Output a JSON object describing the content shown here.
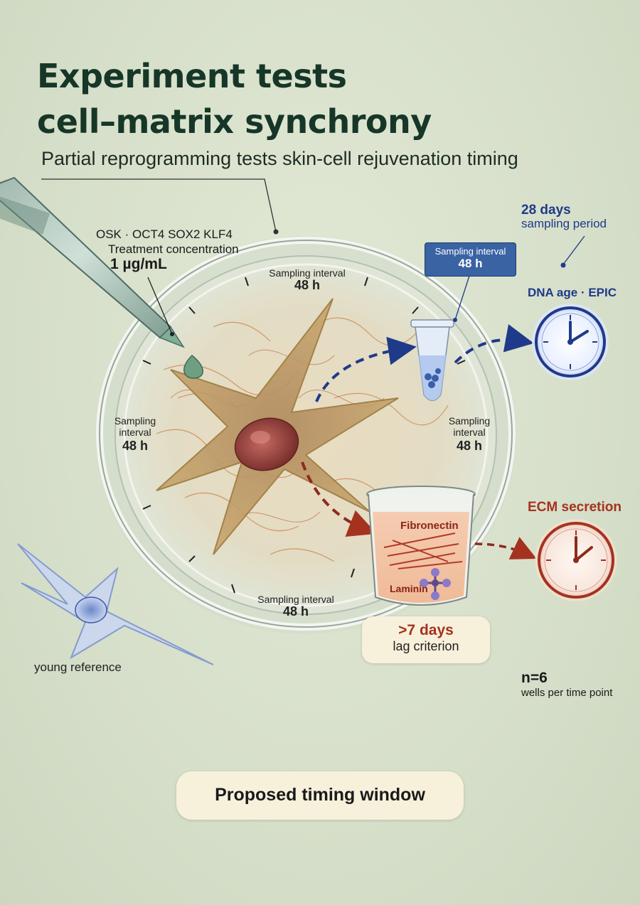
{
  "title_line1": "Experiment tests",
  "title_line2": "cell–matrix synchrony",
  "subtitle": "Partial reprogramming tests skin-cell rejuvenation timing",
  "treatment": {
    "factors": "OSK · OCT4 SOX2 KLF4",
    "label": "Treatment concentration",
    "value": "1 µg/mL"
  },
  "sampling": {
    "top_label": "Sampling interval",
    "top_value": "48 h",
    "left_label_1": "Sampling",
    "left_label_2": "interval",
    "left_value": "48 h",
    "right_label_1": "Sampling",
    "right_label_2": "interval",
    "right_value": "48 h",
    "bottom_label": "Sampling interval",
    "bottom_value": "48 h",
    "box_label": "Sampling interval",
    "box_value": "48 h"
  },
  "period": {
    "value": "28 days",
    "label": "sampling period"
  },
  "dna_age": "DNA age · EPIC",
  "ecm": "ECM secretion",
  "beaker": {
    "top": "Fibronectin",
    "bottom": "Laminin"
  },
  "lag": {
    "value": ">7 days",
    "label": "lag criterion"
  },
  "young": "young reference",
  "replicates": {
    "value": "n=6",
    "label": "wells per time point"
  },
  "window": "Proposed timing window",
  "colors": {
    "dna": "#1f3a8a",
    "ecm": "#a5321f",
    "title": "#163628",
    "background": "#d9e2cd"
  }
}
